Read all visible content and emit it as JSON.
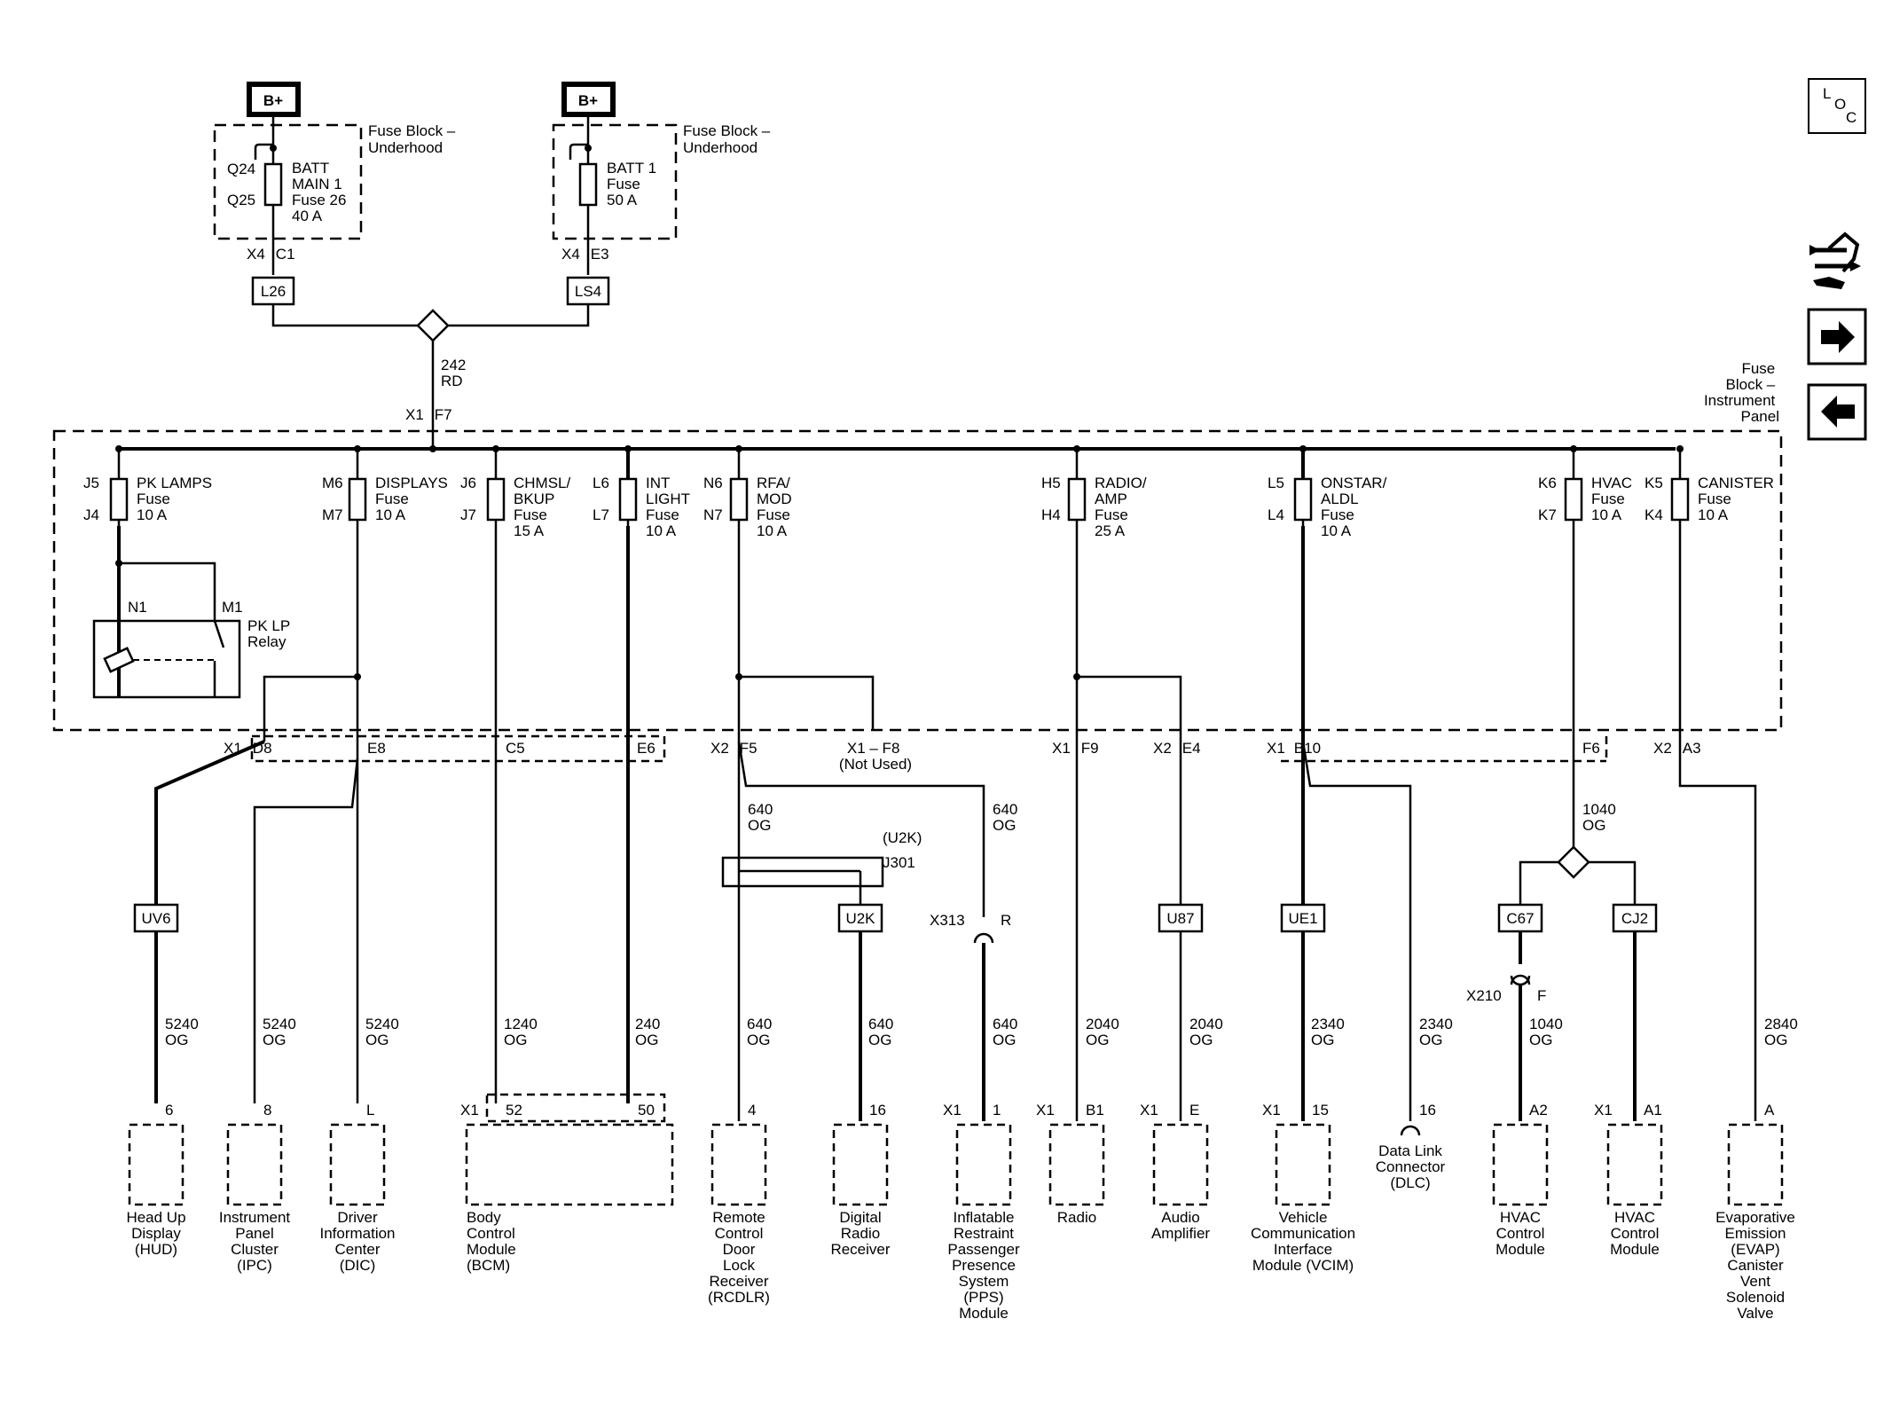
{
  "nav": {
    "loc": {
      "l": "L",
      "o": "O",
      "c": "C"
    },
    "icons": [
      "loc-icon",
      "connector-pinout-icon",
      "next-page-arrow-icon",
      "previous-page-arrow-icon"
    ]
  },
  "top": {
    "left_bplus": "B+",
    "right_bplus": "B+",
    "left_fuse_block": [
      "Fuse Block –",
      "Underhood"
    ],
    "right_fuse_block": [
      "Fuse Block –",
      "Underhood"
    ],
    "q24": "Q24",
    "q25": "Q25",
    "left_fuse": [
      "BATT",
      "MAIN 1",
      "Fuse 26",
      "40 A"
    ],
    "right_fuse": [
      "BATT 1",
      "Fuse",
      "50 A"
    ],
    "left_conn": "X4",
    "left_pin": "C1",
    "right_conn": "X4",
    "right_pin": "E3",
    "left_tag": "L26",
    "right_tag": "LS4",
    "trunk_circuit": "242",
    "trunk_color": "RD",
    "ip_conn": "X1",
    "ip_pin": "F7",
    "ip_block_label": [
      "Fuse",
      "Block –",
      "Instrument",
      "Panel"
    ]
  },
  "fuses": [
    {
      "in": "J5",
      "out": "J4",
      "name": [
        "PK LAMPS",
        "Fuse",
        "10 A"
      ]
    },
    {
      "in": "M6",
      "out": "M7",
      "name": [
        "DISPLAYS",
        "Fuse",
        "10 A"
      ]
    },
    {
      "in": "J6",
      "out": "J7",
      "name": [
        "CHMSL/",
        "BKUP",
        "Fuse",
        "15 A"
      ]
    },
    {
      "in": "L6",
      "out": "L7",
      "name": [
        "INT",
        "LIGHT",
        "Fuse",
        "10 A"
      ]
    },
    {
      "in": "N6",
      "out": "N7",
      "name": [
        "RFA/",
        "MOD",
        "Fuse",
        "10 A"
      ]
    },
    {
      "in": "H5",
      "out": "H4",
      "name": [
        "RADIO/",
        "AMP",
        "Fuse",
        "25 A"
      ]
    },
    {
      "in": "L5",
      "out": "L4",
      "name": [
        "ONSTAR/",
        "ALDL",
        "Fuse",
        "10 A"
      ]
    },
    {
      "in": "K6",
      "out": "K7",
      "name": [
        "HVAC",
        "Fuse",
        "10 A"
      ]
    },
    {
      "in": "K5",
      "out": "K4",
      "name": [
        "CANISTER",
        "Fuse",
        "10 A"
      ]
    }
  ],
  "relay": {
    "n1": "N1",
    "m1": "M1",
    "name": [
      "PK LP",
      "Relay"
    ]
  },
  "ip_outputs": {
    "x1_d8": [
      "X1",
      "D8"
    ],
    "e8": "E8",
    "c5": "C5",
    "e6": "E6",
    "x2_f5": [
      "X2",
      "F5"
    ],
    "x1_f8": [
      "X1 – F8",
      "(Not Used)"
    ],
    "x1_f9": [
      "X1",
      "F9"
    ],
    "x2_e4": [
      "X2",
      "E4"
    ],
    "x1_b10": [
      "X1",
      "B10"
    ],
    "f6": "F6",
    "x2_a3": [
      "X2",
      "A3"
    ]
  },
  "tags": [
    "UV6",
    "U2K",
    "U87",
    "UE1",
    "C67",
    "CJ2"
  ],
  "j301": {
    "option": "(U2K)",
    "name": "J301"
  },
  "inline_x313": {
    "conn": "X313",
    "pin": "R"
  },
  "inline_x210": {
    "conn": "X210",
    "pin": "F"
  },
  "mid_wires": [
    {
      "circuit": "640",
      "color": "OG"
    },
    {
      "circuit": "640",
      "color": "OG"
    },
    {
      "circuit": "1040",
      "color": "OG"
    }
  ],
  "wires": [
    {
      "circuit": "5240",
      "color": "OG"
    },
    {
      "circuit": "5240",
      "color": "OG"
    },
    {
      "circuit": "5240",
      "color": "OG"
    },
    {
      "circuit": "1240",
      "color": "OG"
    },
    {
      "circuit": "240",
      "color": "OG"
    },
    {
      "circuit": "640",
      "color": "OG"
    },
    {
      "circuit": "640",
      "color": "OG"
    },
    {
      "circuit": "640",
      "color": "OG"
    },
    {
      "circuit": "2040",
      "color": "OG"
    },
    {
      "circuit": "2040",
      "color": "OG"
    },
    {
      "circuit": "2340",
      "color": "OG"
    },
    {
      "circuit": "2340",
      "color": "OG"
    },
    {
      "circuit": "1040",
      "color": "OG"
    },
    {
      "circuit": "2840",
      "color": "OG"
    }
  ],
  "modules": [
    {
      "pin": "6",
      "name": [
        "Head Up",
        "Display",
        "(HUD)"
      ]
    },
    {
      "pin": "8",
      "name": [
        "Instrument",
        "Panel",
        "Cluster",
        "(IPC)"
      ]
    },
    {
      "pin": "L",
      "name": [
        "Driver",
        "Information",
        "Center",
        "(DIC)"
      ]
    },
    {
      "conn": "X1",
      "pins": [
        "52",
        "50"
      ],
      "name": [
        "Body",
        "Control",
        "Module",
        "(BCM)"
      ]
    },
    {
      "pin": "4",
      "name": [
        "Remote",
        "Control",
        "Door",
        "Lock",
        "Receiver",
        "(RCDLR)"
      ]
    },
    {
      "pin": "16",
      "name": [
        "Digital",
        "Radio",
        "Receiver"
      ]
    },
    {
      "conn": "X1",
      "pin": "1",
      "name": [
        "Inflatable",
        "Restraint",
        "Passenger",
        "Presence",
        "System",
        "(PPS)",
        "Module"
      ]
    },
    {
      "conn": "X1",
      "pin": "B1",
      "name": [
        "Radio"
      ]
    },
    {
      "conn": "X1",
      "pin": "E",
      "name": [
        "Audio",
        "Amplifier"
      ]
    },
    {
      "conn": "X1",
      "pin": "15",
      "name": [
        "Vehicle",
        "Communication",
        "Interface",
        "Module (VCIM)"
      ]
    },
    {
      "pin": "16",
      "name": [
        "Data Link",
        "Connector",
        "(DLC)"
      ]
    },
    {
      "pin": "A2",
      "name": [
        "HVAC",
        "Control",
        "Module"
      ]
    },
    {
      "conn": "X1",
      "pin": "A1",
      "name": [
        "HVAC",
        "Control",
        "Module"
      ]
    },
    {
      "pin": "A",
      "name": [
        "Evaporative",
        "Emission",
        "(EVAP)",
        "Canister",
        "Vent",
        "Solenoid",
        "Valve"
      ]
    }
  ]
}
